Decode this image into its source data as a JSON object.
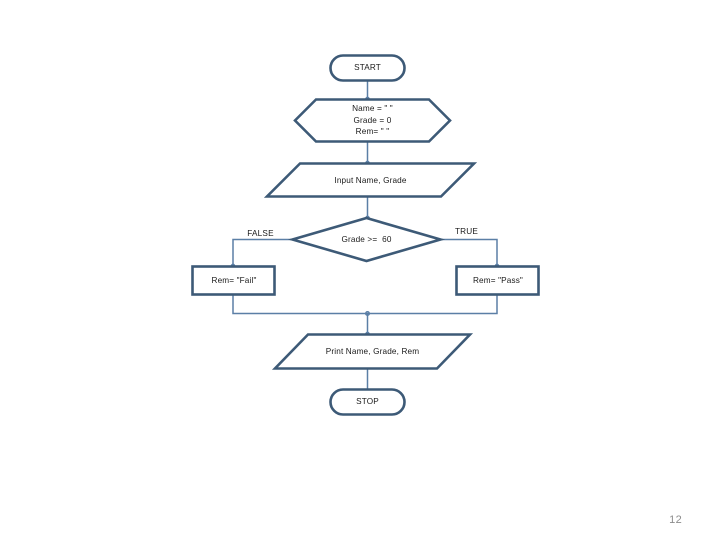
{
  "slide": {
    "background_color": "#FFFFFF",
    "page_number": "12"
  },
  "theme": {
    "shape_stroke_color": "#3D5A77",
    "connector_color": "#5B7FA6",
    "shape_fill_color": "#FFFFFF",
    "text_color": "#1A1A1A",
    "page_number_color": "#8C8C8C"
  },
  "chart_data": {
    "type": "diagram",
    "diagram_kind": "flowchart",
    "title": "",
    "nodes": [
      {
        "id": "start",
        "shape": "terminator",
        "label": "START"
      },
      {
        "id": "init",
        "shape": "preparation",
        "label": "Name = \" \"\nGrade = 0\nRem= \" \""
      },
      {
        "id": "input",
        "shape": "input-output",
        "label": "Input Name, Grade"
      },
      {
        "id": "decide",
        "shape": "decision",
        "label": "Grade >=  60"
      },
      {
        "id": "fail",
        "shape": "process",
        "label": "Rem= \"Fail\""
      },
      {
        "id": "pass",
        "shape": "process",
        "label": "Rem= \"Pass\""
      },
      {
        "id": "print",
        "shape": "input-output",
        "label": "Print Name, Grade, Rem"
      },
      {
        "id": "stop",
        "shape": "terminator",
        "label": "STOP"
      }
    ],
    "edges": [
      {
        "from": "start",
        "to": "init",
        "label": ""
      },
      {
        "from": "init",
        "to": "input",
        "label": ""
      },
      {
        "from": "input",
        "to": "decide",
        "label": ""
      },
      {
        "from": "decide",
        "to": "fail",
        "label": "FALSE"
      },
      {
        "from": "decide",
        "to": "pass",
        "label": "TRUE"
      },
      {
        "from": "fail",
        "to": "print",
        "label": ""
      },
      {
        "from": "pass",
        "to": "print",
        "label": ""
      },
      {
        "from": "print",
        "to": "stop",
        "label": ""
      }
    ]
  },
  "nodes": {
    "start": {
      "label": "START"
    },
    "init": {
      "line1": "Name = \" \"",
      "line2": "Grade = 0",
      "line3": "Rem= \" \""
    },
    "input": {
      "label": "Input Name, Grade"
    },
    "decide": {
      "label": "Grade >=  60"
    },
    "fail": {
      "label": "Rem= \"Fail\""
    },
    "pass": {
      "label": "Rem= \"Pass\""
    },
    "print": {
      "label": "Print Name, Grade, Rem"
    },
    "stop": {
      "label": "STOP"
    }
  },
  "branches": {
    "false_label": "FALSE",
    "true_label": "TRUE"
  }
}
